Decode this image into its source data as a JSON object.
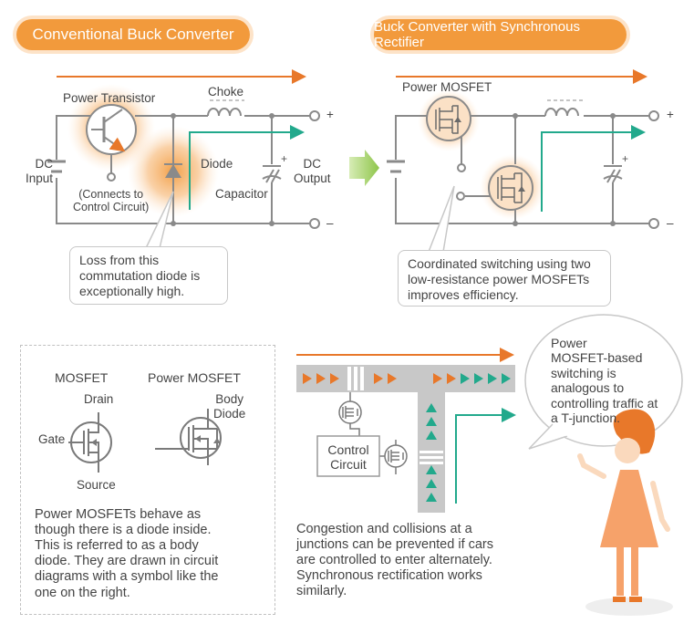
{
  "left_panel": {
    "title": "Conventional Buck Converter",
    "power_transistor": "Power Transistor",
    "choke": "Choke",
    "dc_input": [
      "DC",
      "Input"
    ],
    "diode": "Diode",
    "dc_output": [
      "DC",
      "Output"
    ],
    "connects": [
      "(Connects to",
      "Control Circuit)"
    ],
    "capacitor": "Capacitor",
    "plus": "+",
    "minus": "–",
    "callout": [
      "Loss from this",
      "commutation diode is",
      "exceptionally high."
    ]
  },
  "right_panel": {
    "title": "Buck Converter with Synchronous Rectifier",
    "power_mosfet": "Power MOSFET",
    "plus": "+",
    "minus": "–",
    "callout": [
      "Coordinated switching using two",
      "low-resistance power MOSFETs",
      "improves efficiency."
    ]
  },
  "symbols_box": {
    "mosfet": "MOSFET",
    "power_mosfet": "Power MOSFET",
    "drain": "Drain",
    "body_diode": [
      "Body",
      "Diode"
    ],
    "gate": "Gate",
    "source": "Source",
    "description": [
      "Power MOSFETs behave as",
      "though there is a diode inside.",
      "This is referred to as a body",
      "diode. They are drawn in circuit",
      "diagrams with a symbol like the",
      "one on the right."
    ]
  },
  "traffic": {
    "control_circuit": [
      "Control",
      "Circuit"
    ],
    "description": [
      "Congestion and collisions at a",
      "junctions can be prevented if cars",
      "are controlled to enter alternately.",
      "Synchronous rectification works",
      "similarly."
    ]
  },
  "speech_bubble": [
    "Power",
    "MOSFET-based",
    "switching is",
    "analogous to",
    "controlling traffic at",
    "a T-junction."
  ],
  "colors": {
    "orange": "#f29a3c",
    "teal": "#22a98c",
    "grey": "#8a8a8a"
  }
}
